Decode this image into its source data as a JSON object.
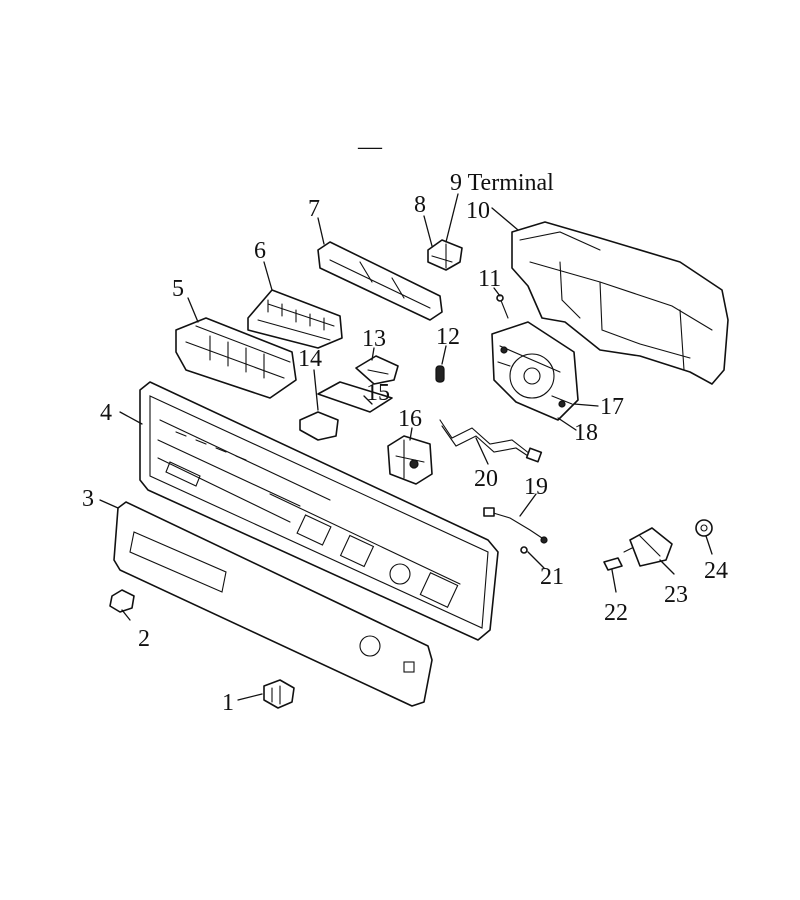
{
  "diagram": {
    "top_mark": "—",
    "callouts": [
      {
        "id": "1",
        "label": "1"
      },
      {
        "id": "2",
        "label": "2"
      },
      {
        "id": "3",
        "label": "3"
      },
      {
        "id": "4",
        "label": "4"
      },
      {
        "id": "5",
        "label": "5"
      },
      {
        "id": "6",
        "label": "6"
      },
      {
        "id": "7",
        "label": "7"
      },
      {
        "id": "8",
        "label": "8"
      },
      {
        "id": "9",
        "label": "9 Terminal"
      },
      {
        "id": "10",
        "label": "10"
      },
      {
        "id": "11",
        "label": "11"
      },
      {
        "id": "12",
        "label": "12"
      },
      {
        "id": "13",
        "label": "13"
      },
      {
        "id": "14",
        "label": "14"
      },
      {
        "id": "15",
        "label": "15"
      },
      {
        "id": "16",
        "label": "16"
      },
      {
        "id": "17",
        "label": "17"
      },
      {
        "id": "18",
        "label": "18"
      },
      {
        "id": "19",
        "label": "19"
      },
      {
        "id": "20",
        "label": "20"
      },
      {
        "id": "21",
        "label": "21"
      },
      {
        "id": "22",
        "label": "22"
      },
      {
        "id": "23",
        "label": "23"
      },
      {
        "id": "24",
        "label": "24"
      }
    ]
  }
}
